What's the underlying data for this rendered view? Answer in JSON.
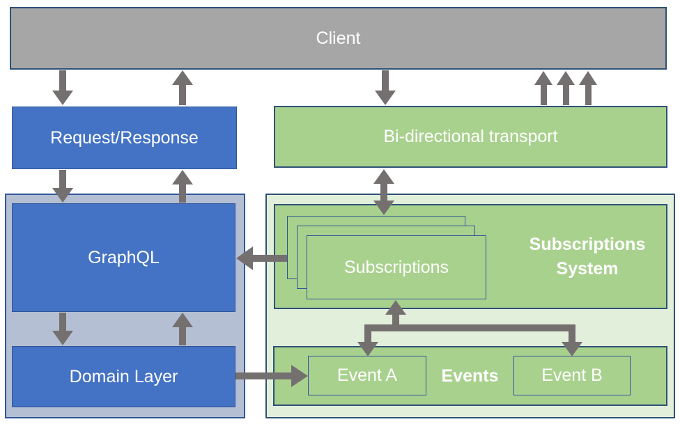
{
  "diagram": {
    "nodes": {
      "client": "Client",
      "request_response": "Request/Response",
      "bidirectional_transport": "Bi-directional transport",
      "graphql": "GraphQL",
      "domain_layer": "Domain Layer",
      "subscriptions": "Subscriptions",
      "subscriptions_system": "Subscriptions System",
      "events": "Events",
      "event_a": "Event A",
      "event_b": "Event B"
    },
    "colors": {
      "client_fill": "#a6a6a6",
      "blue_fill": "#4472c4",
      "blue_border": "#2f5597",
      "green_fill": "#a9d18e",
      "light_green_fill": "#e2efda",
      "blue_gray_fill": "#b4bfd3",
      "navy_border": "#2e5176",
      "arrow": "#757070",
      "text": "#ffffff"
    }
  }
}
